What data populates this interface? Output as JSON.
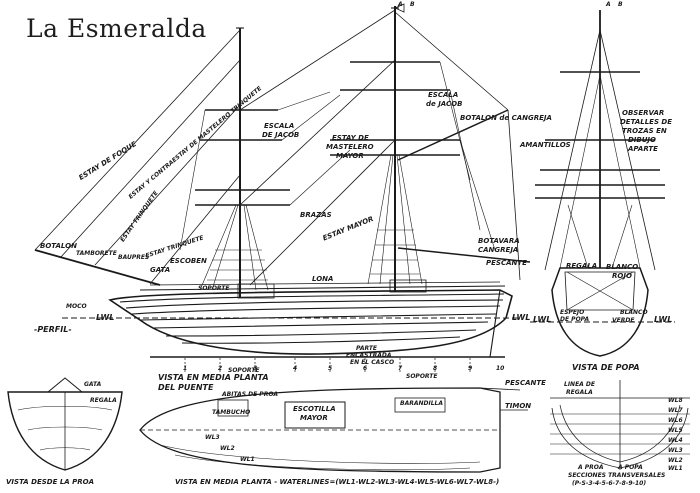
{
  "title": "La Esmeralda",
  "views": {
    "perfil": "-PERFIL-",
    "vista_popa": "VISTA DE POPA",
    "vista_proa": "VISTA DESDE LA PROA",
    "media_planta_puente": [
      "VISTA EN MEDIA PLANTA",
      "DEL PUENTE"
    ],
    "media_planta_waterlines": "VISTA EN MEDIA PLANTA - WATERLINES=(WL1-WL2-WL3-WL4-WL5-WL6-WL7-WL8-)",
    "secciones": [
      "SECCIONES TRANSVERSALES",
      "(P-S-3-4-5-6-7-8-9-10)"
    ]
  },
  "labels": {
    "estay_foque": "ESTAY DE FOQUE",
    "estay_contraestay": "ESTAY Y CONTRAESTAY DE MASTELERO TRINQUETE",
    "estay_trinquete_upper": "ESTAY TRINQUETE",
    "estay_trinquete": "ESTAY TRINQUETE",
    "escala_jacob_1": [
      "ESCALA",
      "DE JACOB"
    ],
    "escala_jacob_2": [
      "ESCALA",
      "de JACOB"
    ],
    "estay_mastelero": [
      "ESTAY DE",
      "MASTELERO",
      "MAYOR"
    ],
    "botalon_cangreja": "BOTALON de CANGREJA",
    "amantillos": "AMANTILLOS",
    "observar": [
      "OBSERVAR",
      "DETALLES DE",
      "TROZAS EN",
      "DIBUJO",
      "APARTE"
    ],
    "brazas": "BRAZAS",
    "estay_mayor": "ESTAY MAYOR",
    "botavara": [
      "BOTAVARA",
      "CANGREJA"
    ],
    "pescante": "PESCANTE",
    "pescante_2": "PESCANTE",
    "botalon": "BOTALON",
    "tamborete": "TAMBORETE",
    "bauprés": "BAUPRES",
    "gata": "GATA",
    "gata_2": "GATA",
    "escoben": "ESCOBEN",
    "soporte": "SOPORTE",
    "soporte_2": "SOPORTE",
    "soporte_3": "SOPORTE",
    "lona": "LONA",
    "moco": "MOCO",
    "lwl": "LWL",
    "lwl_2": "LWL",
    "lwl_3": "LWL",
    "lwl_4": "LWL",
    "parte_encastrada": [
      "PARTE",
      "ENCASTRADA",
      "EN EL CASCO"
    ],
    "regala": "REGALA",
    "regala_2": "REGALA",
    "blanco_rojo": [
      "BLANCO",
      "ROJO"
    ],
    "espejo": [
      "ESPEJO",
      "DE POPA"
    ],
    "blanco_verde": [
      "BLANCO",
      "VERDE"
    ],
    "linea_regala": [
      "LINEA DE",
      "REGALA"
    ],
    "abitas": "ABITAS DE PROA",
    "escotilla": [
      "ESCOTILLA",
      "MAYOR"
    ],
    "tambucho": "TAMBUCHO",
    "timon": "TIMON",
    "barandilla": "BARANDILLA",
    "a_proa": "A PROA",
    "a_popa": "A POPA",
    "wl_list": [
      "WL8",
      "WL7",
      "WL6",
      "WL5",
      "WL4",
      "WL3",
      "WL2",
      "WL1"
    ],
    "wl_plan": [
      "WL3",
      "WL2",
      "WL1"
    ],
    "stations": [
      "1",
      "2",
      "3",
      "4",
      "5",
      "6",
      "7",
      "8",
      "9",
      "10"
    ],
    "ab_1": [
      "A",
      "B"
    ],
    "ab_2": [
      "A",
      "B"
    ]
  }
}
